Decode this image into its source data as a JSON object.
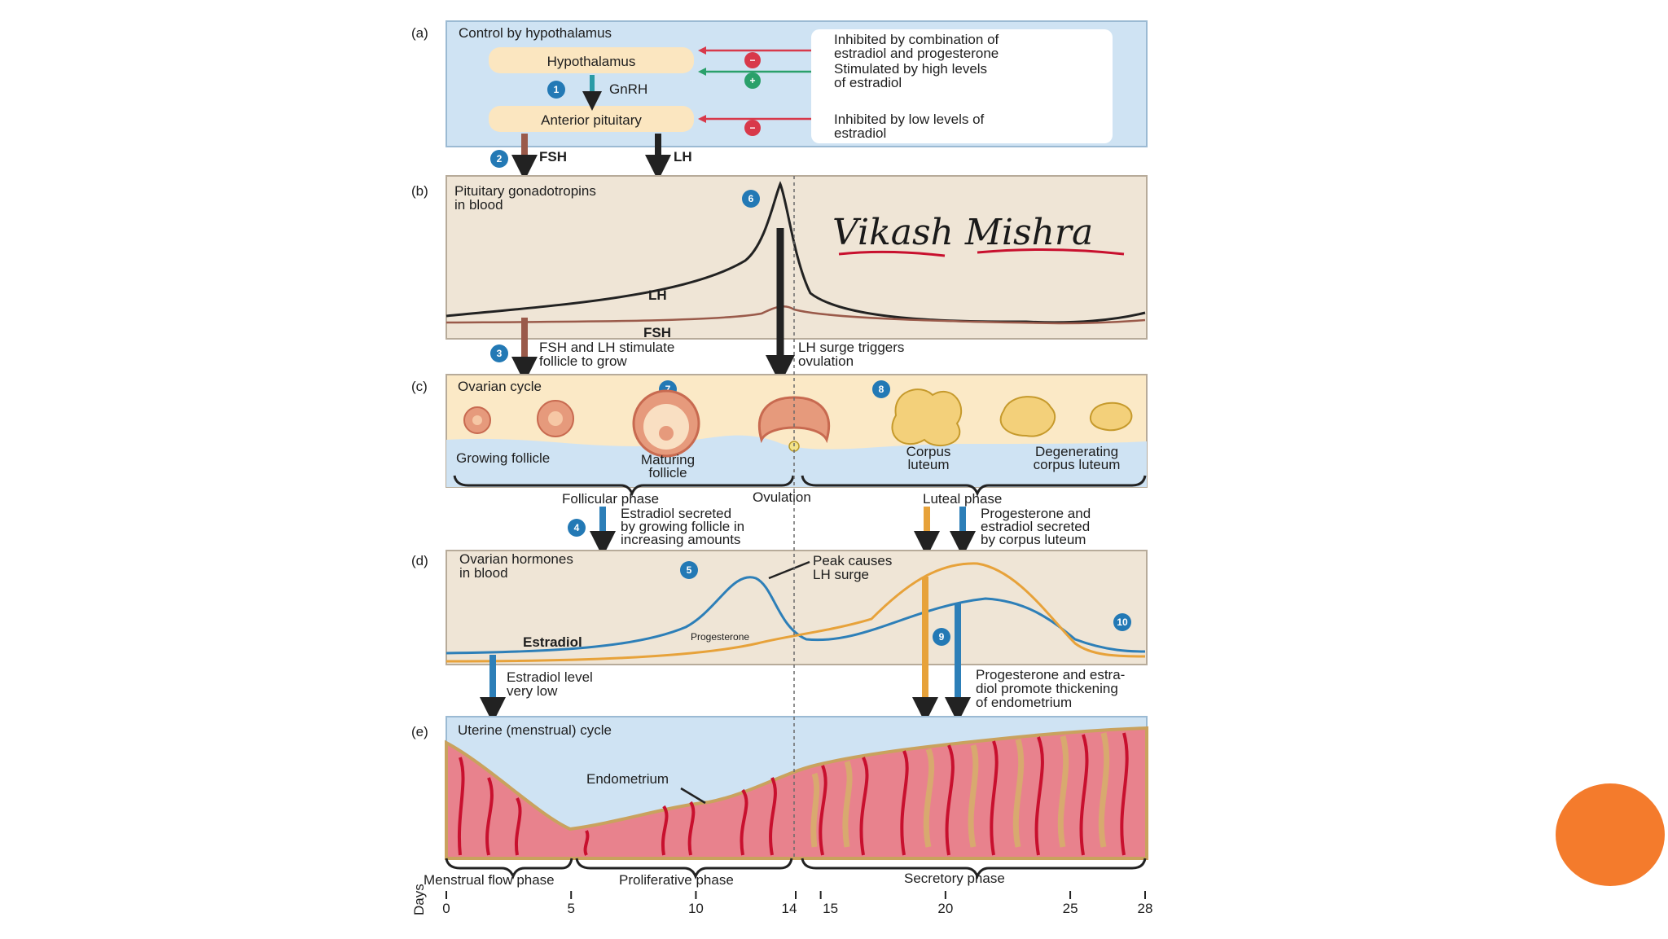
{
  "colors": {
    "panel_blue": "#cfe3f3",
    "panel_tan": "#efe5d6",
    "panel_ovary": "#fbe9c6",
    "estradiol": "#2d7fb8",
    "progesterone": "#e7a23a",
    "fsh": "#9a5a4a",
    "lh": "#222222",
    "inhibit": "#d8394a",
    "stimulate": "#2aa06a",
    "tissue": "#e8828d",
    "vessel": "#c8102e",
    "accent_orange": "#f47b2c"
  },
  "panel_a": {
    "letter": "(a)",
    "title": "Control by hypothalamus",
    "hypothalamus": "Hypothalamus",
    "gnrh": "GnRH",
    "anterior_pituitary": "Anterior pituitary",
    "fsh": "FSH",
    "lh": "LH",
    "step1": "1",
    "step2": "2",
    "inhibit_symbol": "−",
    "stimulate_symbol": "+",
    "note_1a": "Inhibited by combination of",
    "note_1b": "estradiol and progesterone",
    "note_2a": "Stimulated by high levels",
    "note_2b": "of estradiol",
    "note_3a": "Inhibited by low levels of",
    "note_3b": "estradiol"
  },
  "panel_b": {
    "letter": "(b)",
    "title_1": "Pituitary gonadotropins",
    "title_2": "in blood",
    "lh_label": "LH",
    "fsh_label": "FSH",
    "step6": "6",
    "signature": "Vikash Mishra",
    "note_fsh_lh_1": "FSH and LH stimulate",
    "note_fsh_lh_2": "follicle to grow",
    "note_surge_1": "LH surge triggers",
    "note_surge_2": "ovulation",
    "step3": "3"
  },
  "panel_c": {
    "letter": "(c)",
    "title": "Ovarian cycle",
    "step7": "7",
    "step8": "8",
    "growing": "Growing follicle",
    "maturing_1": "Maturing",
    "maturing_2": "follicle",
    "corpus_1": "Corpus",
    "corpus_2": "luteum",
    "degenerating_1": "Degenerating",
    "degenerating_2": "corpus luteum",
    "follicular_phase": "Follicular phase",
    "ovulation": "Ovulation",
    "luteal_phase": "Luteal phase",
    "step4": "4",
    "note_estradiol_1": "Estradiol secreted",
    "note_estradiol_2": "by growing follicle in",
    "note_estradiol_3": "increasing amounts",
    "note_prog_1": "Progesterone and",
    "note_prog_2": "estradiol secreted",
    "note_prog_3": "by corpus luteum"
  },
  "panel_d": {
    "letter": "(d)",
    "title_1": "Ovarian hormones",
    "title_2": "in blood",
    "step5": "5",
    "step9": "9",
    "step10": "10",
    "peak_1": "Peak causes",
    "peak_2": "LH surge",
    "estradiol": "Estradiol",
    "progesterone": "Progesterone",
    "low_1": "Estradiol level",
    "low_2": "very low",
    "thick_1": "Progesterone and estra-",
    "thick_2": "diol promote thickening",
    "thick_3": "of endometrium"
  },
  "panel_e": {
    "letter": "(e)",
    "title": "Uterine (menstrual) cycle",
    "endometrium": "Endometrium",
    "menstrual": "Menstrual flow phase",
    "proliferative": "Proliferative phase",
    "secretory": "Secretory phase",
    "days_label": "Days",
    "day_ticks": [
      "0",
      "5",
      "10",
      "14",
      "15",
      "20",
      "25",
      "28"
    ]
  }
}
